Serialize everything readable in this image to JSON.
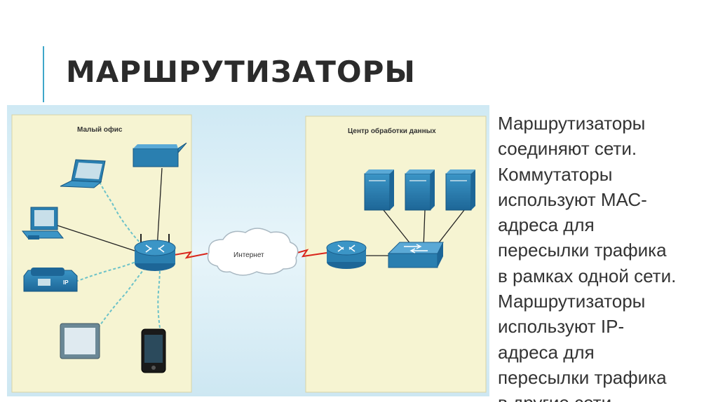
{
  "slide": {
    "title": "МАРШРУТИЗАТОРЫ"
  },
  "diagram": {
    "left_panel_label": "Малый офис",
    "right_panel_label": "Центр обработки данных",
    "cloud_label": "Интернет",
    "phone_label": "IP"
  },
  "body_lines": [
    "Маршрутизаторы",
    "соединяют сети.",
    "Коммутаторы",
    "используют МАС-",
    "адреса для",
    "пересылки трафика",
    "в рамках одной сети.",
    "Маршрутизаторы",
    "используют IP-",
    "адреса для",
    "пересылки трафика",
    "в другие сети."
  ],
  "colors": {
    "accent": "#3fa7c9",
    "device_blue": "#2a7fb0",
    "panel_fill": "#f6f4d2",
    "wan_link": "#d9261c",
    "wireless": "#6cc2c8"
  }
}
